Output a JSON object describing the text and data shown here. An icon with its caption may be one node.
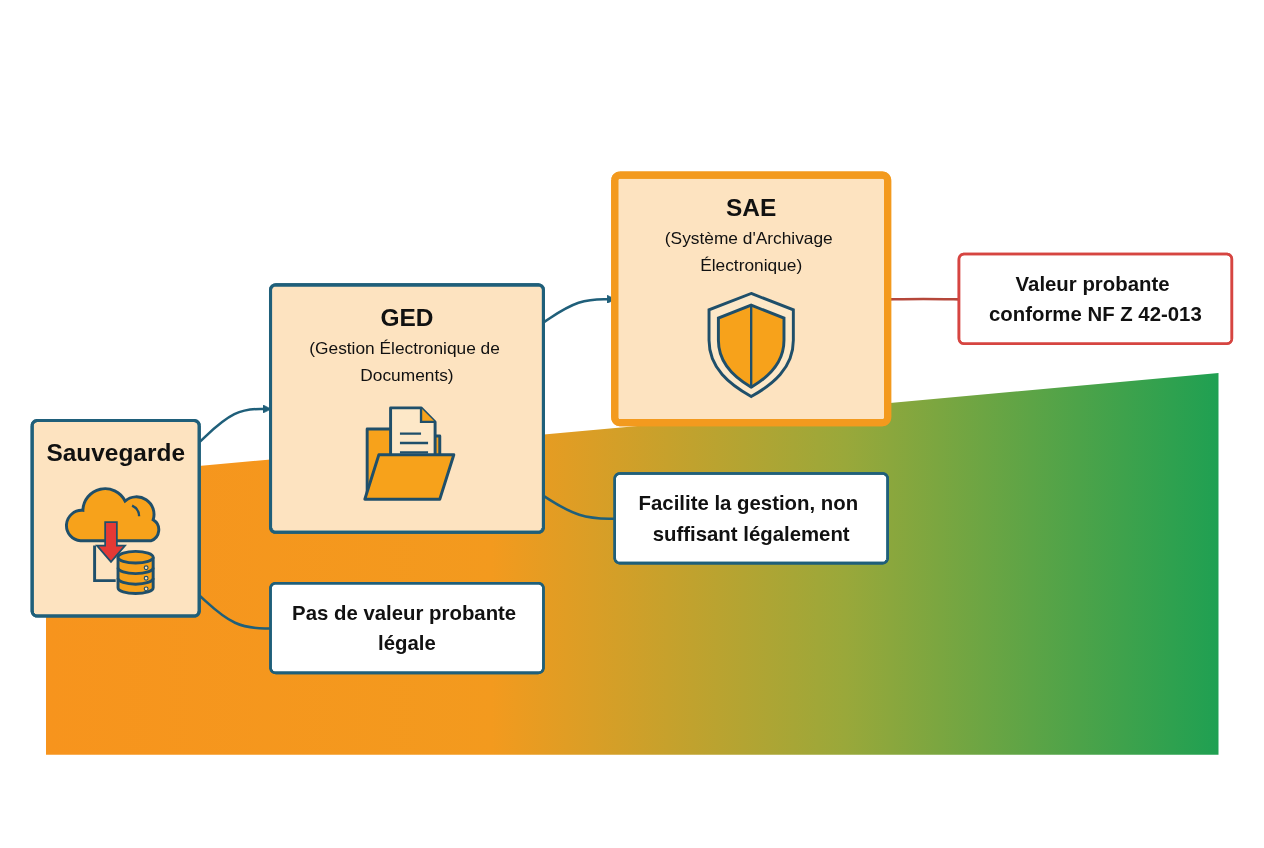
{
  "diagram": {
    "nodes": [
      {
        "text": [
          "Sauvegarde"
        ]
      },
      {
        "text": [
          "GED",
          "(Gestion Électronique de Documents)"
        ]
      },
      {
        "text": [
          "SAE",
          "(Système d'Archivage Électronique)"
        ]
      },
      {
        "text": [
          "Pas de valeur probante légale"
        ]
      },
      {
        "text": [
          "Facilite la gestion, non suffisant légalement"
        ]
      },
      {
        "text": [
          "Valeur probante conforme NF Z 42-013"
        ]
      }
    ],
    "edges": [
      {
        "from": 0,
        "to": 1,
        "arrow": "to"
      },
      {
        "from": 1,
        "to": 2,
        "arrow": "to"
      },
      {
        "from": 0,
        "to": 3,
        "arrow": "none"
      },
      {
        "from": 1,
        "to": 4,
        "arrow": "none"
      },
      {
        "from": 2,
        "to": 5,
        "arrow": "none",
        "color": "#b5473a"
      }
    ]
  }
}
